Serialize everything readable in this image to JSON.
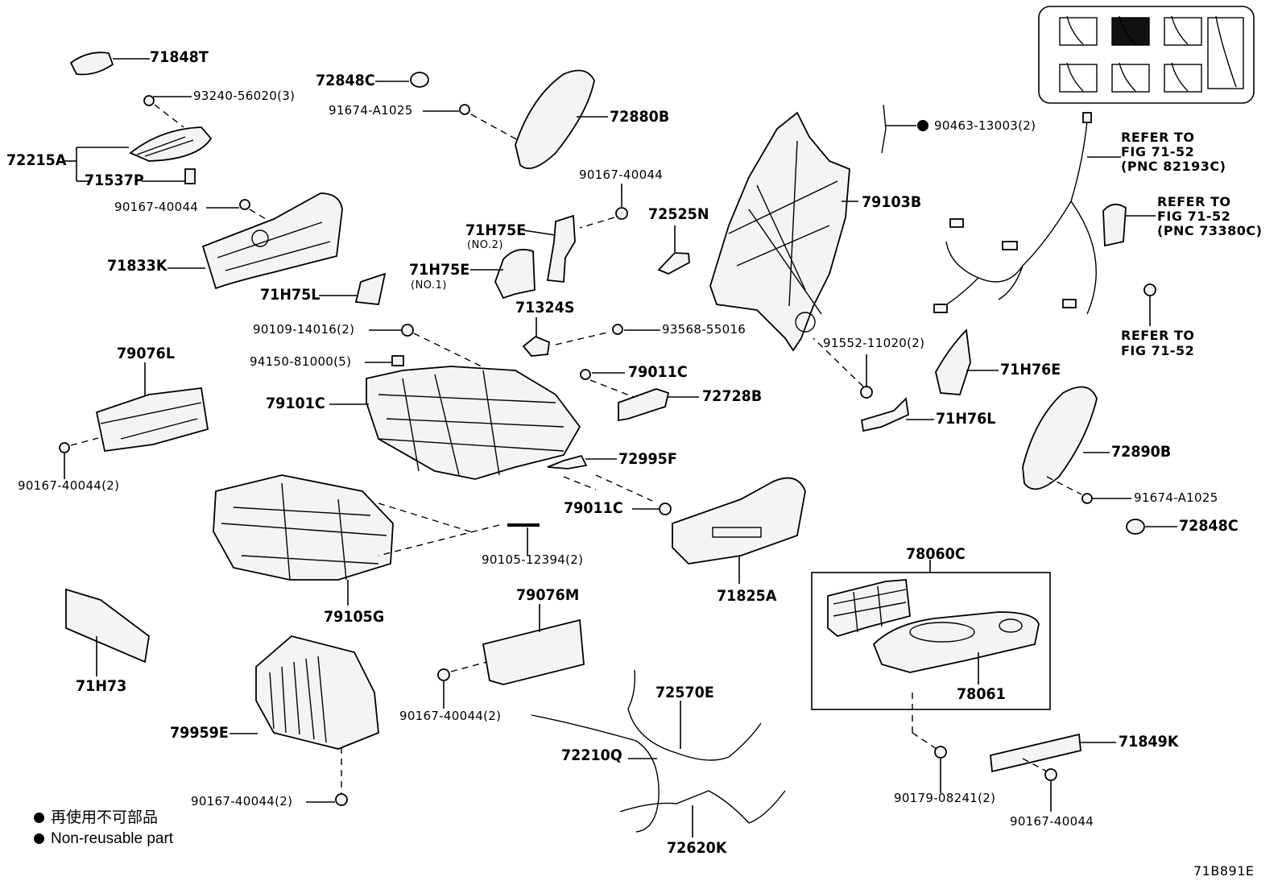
{
  "diagram": {
    "code": "71B891E",
    "legend": {
      "bullet_icon": "filled-circle",
      "lines": [
        "再使用不可部品",
        "Non-reusable part"
      ]
    },
    "labels": {
      "p71848T": "71848T",
      "p93240": "93240-56020(3)",
      "p72215A": "72215A",
      "p71537P": "71537P",
      "p90167a": "90167-40044",
      "p71833K": "71833K",
      "p72848Ca": "72848C",
      "p91674a": "91674-A1025",
      "p72880B": "72880B",
      "p90167b": "90167-40044",
      "p71H75E2": "71H75E",
      "p71H75E2note": "(NO.2)",
      "p71H75E1": "71H75E",
      "p71H75E1note": "(NO.1)",
      "p71H75L": "71H75L",
      "p71324S": "71324S",
      "p72525N": "72525N",
      "p90463": "90463-13003(2)",
      "p79103B": "79103B",
      "ref1a": "REFER TO",
      "ref1b": "FIG 71-52",
      "ref1c": "(PNC 82193C)",
      "ref2a": "REFER TO",
      "ref2b": "FIG 71-52",
      "ref2c": "(PNC 73380C)",
      "ref3a": "REFER TO",
      "ref3b": "FIG 71-52",
      "p90109": "90109-14016(2)",
      "p93568": "93568-55016",
      "p94150": "94150-81000(5)",
      "p91552": "91552-11020(2)",
      "p71H76E": "71H76E",
      "p79076L": "79076L",
      "p79011Ca": "79011C",
      "p79101C": "79101C",
      "p72728B": "72728B",
      "p71H76L": "71H76L",
      "p72890B": "72890B",
      "p72995F": "72995F",
      "p90167c": "90167-40044(2)",
      "p79011Cb": "79011C",
      "p91674b": "91674-A1025",
      "p72848Cb": "72848C",
      "p90105": "90105-12394(2)",
      "p78060C": "78060C",
      "p79105G": "79105G",
      "p71825A": "71825A",
      "p79076M": "79076M",
      "p71H73": "71H73",
      "p78061": "78061",
      "p72570E": "72570E",
      "p90167d": "90167-40044(2)",
      "p79959E": "79959E",
      "p72210Q": "72210Q",
      "p71849K": "71849K",
      "p90179": "90179-08241(2)",
      "p90167e": "90167-40044(2)",
      "p90167f": "90167-40044",
      "p72620K": "72620K"
    }
  }
}
